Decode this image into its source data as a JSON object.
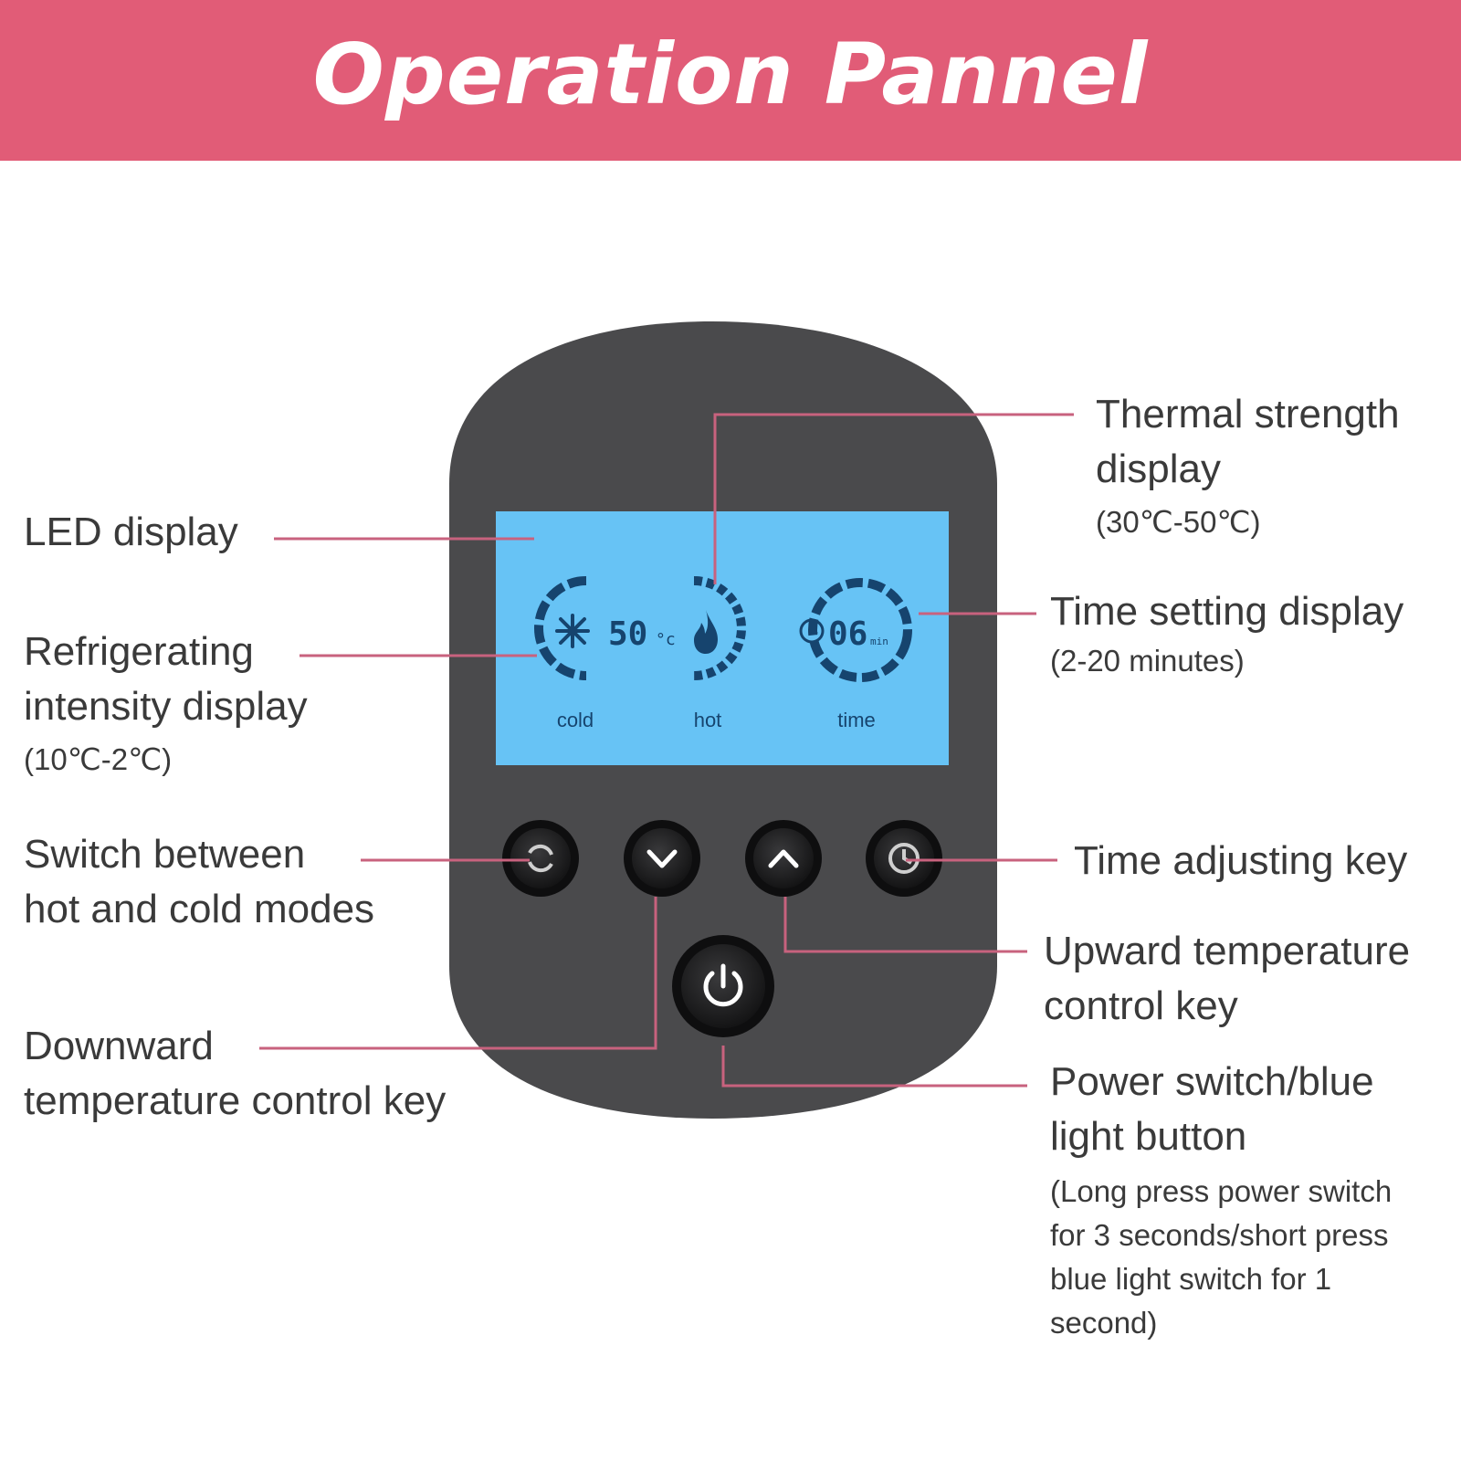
{
  "header": {
    "title": "Operation Pannel"
  },
  "colors": {
    "banner": "#e15c77",
    "leader": "#c8627e",
    "panel": "#4a4a4c",
    "lcd": "#67c3f5",
    "text": "#3a3a3a"
  },
  "lcd": {
    "temperature": "50",
    "temp_unit": "°c",
    "time": "06",
    "time_unit": "min",
    "labels": {
      "cold": "cold",
      "hot": "hot",
      "time": "time"
    },
    "icons": [
      "snowflake-icon",
      "flame-icon",
      "clock-icon"
    ]
  },
  "keys": [
    "mode-switch-icon",
    "chevron-down-icon",
    "chevron-up-icon",
    "clock-icon",
    "power-icon"
  ],
  "labels": {
    "led_display": {
      "title": "LED display"
    },
    "thermal": {
      "line1": "Thermal strength",
      "line2": "display",
      "range": "(30℃-50℃)"
    },
    "refrigerating": {
      "line1": "Refrigerating",
      "line2": "intensity display",
      "range": "(10℃-2℃)"
    },
    "time_setting": {
      "title": "Time setting display",
      "range": "(2-20 minutes)"
    },
    "switch_modes": {
      "line1": "Switch between",
      "line2": "hot and cold modes"
    },
    "time_key": {
      "title": "Time adjusting key"
    },
    "upward": {
      "line1": "Upward temperature",
      "line2": "control key"
    },
    "downward": {
      "line1": "Downward",
      "line2": "temperature control key"
    },
    "power": {
      "line1": "Power switch/blue",
      "line2": "light button",
      "note1": "(Long press power switch",
      "note2": "for 3 seconds/short press",
      "note3": "blue light switch for 1",
      "note4": "second)"
    }
  }
}
